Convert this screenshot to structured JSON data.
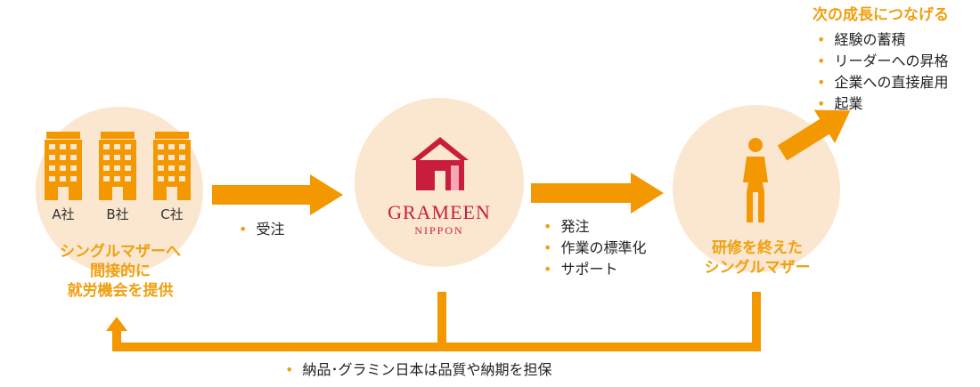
{
  "companies": {
    "a_label": "A社",
    "b_label": "B社",
    "c_label": "C社",
    "caption_line1": "シングルマザーへ",
    "caption_line2": "間接的に",
    "caption_line3": "就労機会を提供"
  },
  "flow_left": {
    "item": "受注"
  },
  "grameen": {
    "name": "GRAMEEN",
    "sub": "NIPPON"
  },
  "flow_right": {
    "items": [
      "発注",
      "作業の標準化",
      "サポート"
    ]
  },
  "mother": {
    "caption_line1": "研修を終えた",
    "caption_line2": "シングルマザー"
  },
  "growth": {
    "title": "次の成長につなげる",
    "items": [
      "経験の蓄積",
      "リーダーへの昇格",
      "企業への直接雇用",
      "起業"
    ]
  },
  "bottom": {
    "text": "納品･グラミン日本は品質や納期を担保"
  },
  "colors": {
    "accent": "#f39800",
    "circle": "#fbe7cf",
    "brand_red": "#c81e3c"
  }
}
